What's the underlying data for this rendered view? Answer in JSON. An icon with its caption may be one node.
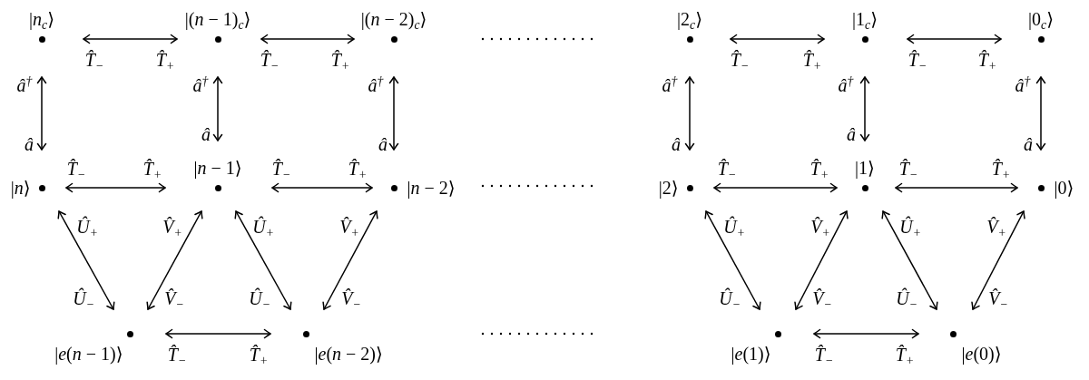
{
  "diagram": {
    "nodes": [
      {
        "text": [
          "|*n*$_{c}$⟩"
        ]
      },
      {
        "text": [
          "|(*n* − 1)$_{c}$⟩"
        ]
      },
      {
        "text": [
          "|(*n* − 2)$_{c}$⟩"
        ]
      },
      {
        "text": [
          "|2$_{c}$⟩"
        ]
      },
      {
        "text": [
          "|1$_{c}$⟩"
        ]
      },
      {
        "text": [
          "|0$_{c}$⟩"
        ]
      },
      {
        "text": [
          "|*n*⟩"
        ]
      },
      {
        "text": [
          "|*n* − 1⟩"
        ]
      },
      {
        "text": [
          "|*n* − 2⟩"
        ]
      },
      {
        "text": [
          "|2⟩"
        ]
      },
      {
        "text": [
          "|1⟩"
        ]
      },
      {
        "text": [
          "|0⟩"
        ]
      },
      {
        "text": [
          "|*e*(*n* − 1)⟩"
        ]
      },
      {
        "text": [
          "|*e*(*n* − 2)⟩"
        ]
      },
      {
        "text": [
          "|*e*(1)⟩"
        ]
      },
      {
        "text": [
          "|*e*(0)⟩"
        ]
      }
    ],
    "edges": [
      {
        "from": 0,
        "to": 1,
        "arrow": "both"
      },
      {
        "from": 1,
        "to": 2,
        "arrow": "both"
      },
      {
        "from": 3,
        "to": 4,
        "arrow": "both"
      },
      {
        "from": 4,
        "to": 5,
        "arrow": "both"
      },
      {
        "from": 0,
        "to": 6,
        "arrow": "both"
      },
      {
        "from": 1,
        "to": 7,
        "arrow": "both"
      },
      {
        "from": 2,
        "to": 8,
        "arrow": "both"
      },
      {
        "from": 3,
        "to": 9,
        "arrow": "both"
      },
      {
        "from": 4,
        "to": 10,
        "arrow": "both"
      },
      {
        "from": 5,
        "to": 11,
        "arrow": "both"
      },
      {
        "from": 6,
        "to": 7,
        "arrow": "both"
      },
      {
        "from": 7,
        "to": 8,
        "arrow": "both"
      },
      {
        "from": 9,
        "to": 10,
        "arrow": "both"
      },
      {
        "from": 10,
        "to": 11,
        "arrow": "both"
      },
      {
        "from": 6,
        "to": 12,
        "arrow": "both"
      },
      {
        "from": 7,
        "to": 12,
        "arrow": "both"
      },
      {
        "from": 7,
        "to": 13,
        "arrow": "both"
      },
      {
        "from": 8,
        "to": 13,
        "arrow": "both"
      },
      {
        "from": 9,
        "to": 14,
        "arrow": "both"
      },
      {
        "from": 10,
        "to": 14,
        "arrow": "both"
      },
      {
        "from": 10,
        "to": 15,
        "arrow": "both"
      },
      {
        "from": 11,
        "to": 15,
        "arrow": "both"
      },
      {
        "from": 12,
        "to": 13,
        "arrow": "both"
      },
      {
        "from": 14,
        "to": 15,
        "arrow": "both"
      }
    ],
    "labels": [
      "T̂$_{−}$",
      "T̂$_{+}$",
      "T̂$_{−}$",
      "T̂$_{+}$",
      "T̂$_{−}$",
      "T̂$_{+}$",
      "T̂$_{−}$",
      "T̂$_{+}$",
      "â$^{†}$",
      "â$^{†}$",
      "â$^{†}$",
      "â$^{†}$",
      "â$^{†}$",
      "â$^{†}$",
      "â",
      "â",
      "â",
      "â",
      "â",
      "â",
      "T̂$_{−}$",
      "T̂$_{+}$",
      "T̂$_{−}$",
      "T̂$_{+}$",
      "T̂$_{−}$",
      "T̂$_{+}$",
      "T̂$_{−}$",
      "T̂$_{+}$",
      "Û$_{+}$",
      "V̂$_{+}$",
      "Û$_{+}$",
      "V̂$_{+}$",
      "Û$_{+}$",
      "V̂$_{+}$",
      "Û$_{+}$",
      "V̂$_{+}$",
      "Û$_{−}$",
      "V̂$_{−}$",
      "Û$_{−}$",
      "V̂$_{−}$",
      "Û$_{−}$",
      "V̂$_{−}$",
      "Û$_{−}$",
      "V̂$_{−}$",
      "T̂$_{−}$",
      "T̂$_{+}$",
      "T̂$_{−}$",
      "T̂$_{+}$"
    ]
  }
}
